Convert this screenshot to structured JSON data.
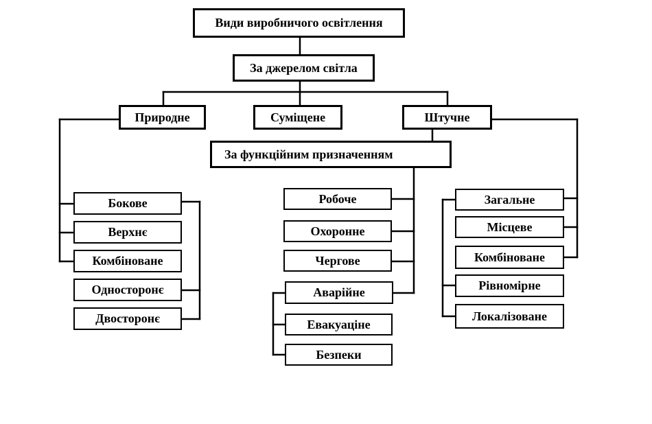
{
  "diagram": {
    "root": "Види виробничого освітлення",
    "by_source": {
      "label": "За джерелом світла",
      "natural": "Природне",
      "combined": "Суміщене",
      "artificial": "Штучне"
    },
    "by_function": "За функційним призначенням",
    "natural_types": [
      "Бокове",
      "Верхнє",
      "Комбіноване",
      "Односторонє",
      "Двосторонє"
    ],
    "function_types": [
      "Робоче",
      "Охоронне",
      "Чергове",
      "Аварійне"
    ],
    "emergency_types": [
      "Евакуаціне",
      "Безпеки"
    ],
    "artificial_types": [
      "Загальне",
      "Місцеве",
      "Комбіноване",
      "Рівномірне",
      "Локалізоване"
    ]
  }
}
